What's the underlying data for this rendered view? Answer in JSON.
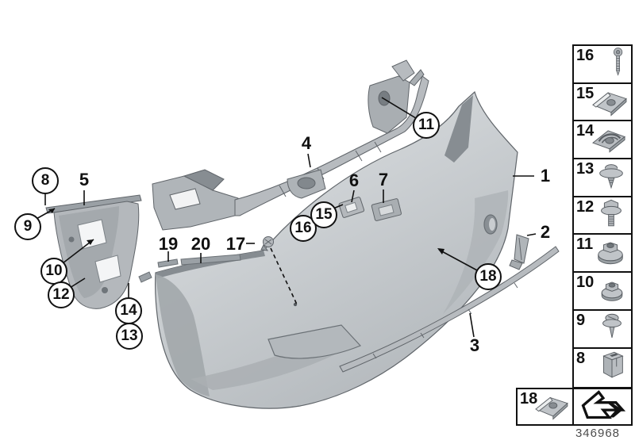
{
  "diagram": {
    "callouts": [
      {
        "label": "8",
        "style": "circled"
      },
      {
        "label": "9",
        "style": "circled"
      },
      {
        "label": "5",
        "style": "plain"
      },
      {
        "label": "10",
        "style": "circled"
      },
      {
        "label": "12",
        "style": "circled"
      },
      {
        "label": "14",
        "style": "circled"
      },
      {
        "label": "13",
        "style": "circled"
      },
      {
        "label": "4",
        "style": "plain"
      },
      {
        "label": "11",
        "style": "circled"
      },
      {
        "label": "6",
        "style": "plain"
      },
      {
        "label": "7",
        "style": "plain"
      },
      {
        "label": "16",
        "style": "circled"
      },
      {
        "label": "15",
        "style": "circled"
      },
      {
        "label": "19",
        "style": "plain"
      },
      {
        "label": "20",
        "style": "plain"
      },
      {
        "label": "17",
        "style": "plain"
      },
      {
        "label": "18",
        "style": "circled"
      },
      {
        "label": "1",
        "style": "plain"
      },
      {
        "label": "2",
        "style": "plain"
      },
      {
        "label": "3",
        "style": "plain"
      }
    ]
  },
  "sidebar": {
    "items": [
      {
        "label": "16",
        "icon": "torx-screw"
      },
      {
        "label": "15",
        "icon": "sheet-metal-clip-nut"
      },
      {
        "label": "14",
        "icon": "cage-nut"
      },
      {
        "label": "13",
        "icon": "push-rivet-washer"
      },
      {
        "label": "12",
        "icon": "hex-bolt-washer"
      },
      {
        "label": "11",
        "icon": "flange-nut-large"
      },
      {
        "label": "10",
        "icon": "flange-nut"
      },
      {
        "label": "9",
        "icon": "screw-with-washer"
      },
      {
        "label": "8",
        "icon": "expanding-nut"
      }
    ],
    "bottom_item": {
      "label": "18",
      "icon": "clip-nut"
    },
    "nav_icon": "next-diagram-arrow"
  },
  "footer": {
    "diagram_number": "346968"
  }
}
